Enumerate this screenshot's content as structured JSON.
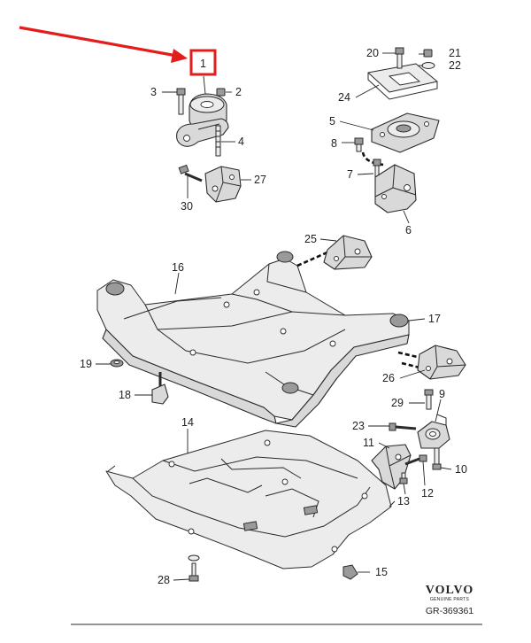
{
  "callouts": {
    "c1": "1",
    "c2": "2",
    "c3": "3",
    "c4": "4",
    "c5": "5",
    "c6": "6",
    "c7": "7",
    "c8": "8",
    "c9": "9",
    "c10": "10",
    "c11": "11",
    "c12": "12",
    "c13": "13",
    "c14": "14",
    "c15": "15",
    "c16": "16",
    "c17": "17",
    "c18": "18",
    "c19": "19",
    "c20": "20",
    "c21": "21",
    "c22": "22",
    "c23": "23",
    "c24": "24",
    "c25": "25",
    "c26": "26",
    "c27": "27",
    "c28": "28",
    "c29": "29",
    "c30": "30"
  },
  "highlight": {
    "color": "#e31c1c",
    "target": "1"
  },
  "brand": {
    "name": "VOLVO",
    "sub": "GENUINE PARTS"
  },
  "reference": "GR-369361"
}
